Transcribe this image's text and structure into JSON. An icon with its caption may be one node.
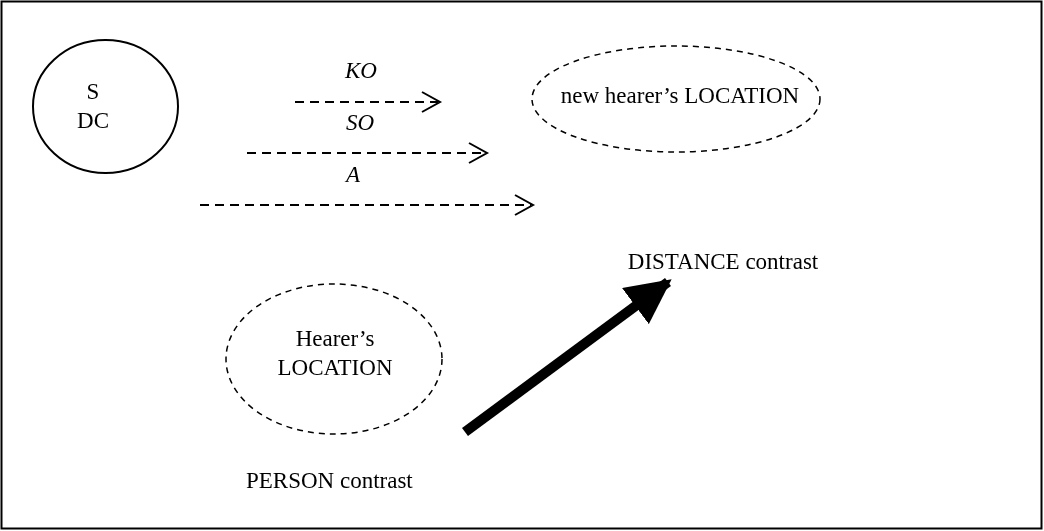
{
  "diagram": {
    "nodes": [
      {
        "text": [
          "S DC"
        ]
      },
      {
        "text": [
          "new hearer’s LOCATION"
        ]
      },
      {
        "text": [
          "DISTANCE contrast"
        ]
      },
      {
        "text": [
          "Hearer’s LOCATION"
        ]
      }
    ],
    "edges": [
      {
        "from": null,
        "to": 2,
        "arrow": "to"
      }
    ],
    "labels": [
      "KO",
      "SO",
      "A",
      "PERSON contrast"
    ]
  }
}
